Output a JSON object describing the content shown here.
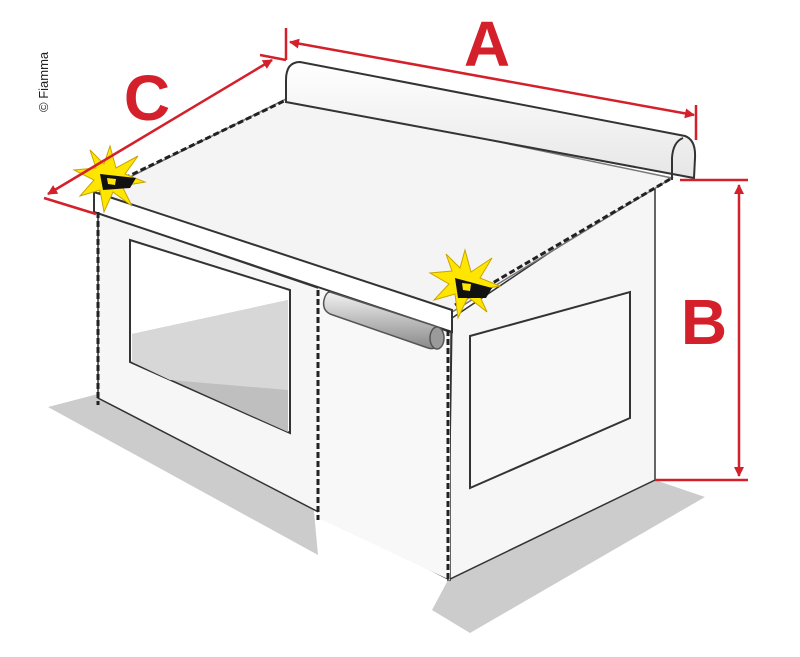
{
  "copyright": "© Fiamma",
  "labels": {
    "width": "A",
    "height": "B",
    "depth": "C"
  },
  "colors": {
    "dimension": "#d4202b",
    "ground_shadow": "#cccccc",
    "wall_fill": "#f6f6f6",
    "outline": "#333333",
    "star": "#ffe600"
  }
}
